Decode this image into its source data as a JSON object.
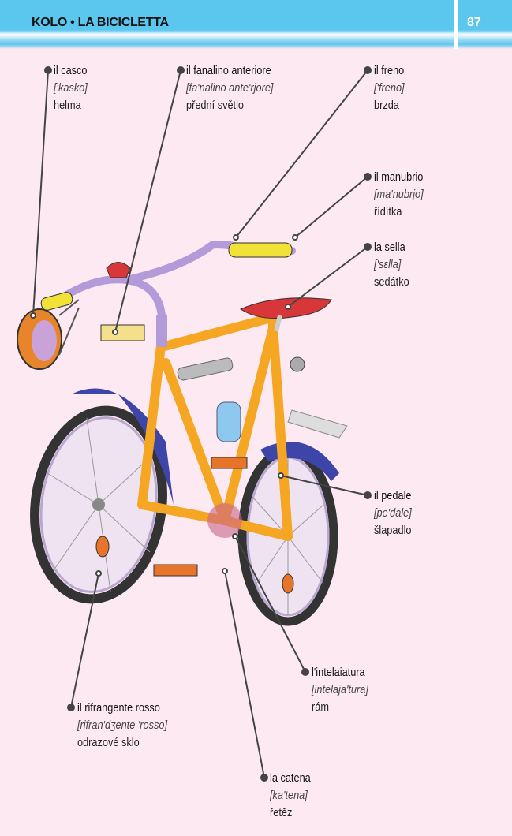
{
  "header": {
    "title": "KOLO • LA BICICLETTA",
    "page_number": "87"
  },
  "labels": [
    {
      "word": "il casco",
      "pron": "['kasko]",
      "translation": "helma"
    },
    {
      "word": "il fanalino anteriore",
      "pron": "[fa'nalino ante'rjore]",
      "translation": "přední světlo"
    },
    {
      "word": "il freno",
      "pron": "['freno]",
      "translation": "brzda"
    },
    {
      "word": "il manubrio",
      "pron": "[ma'nubrjo]",
      "translation": "řídítka"
    },
    {
      "word": "la sella",
      "pron": "['sɛlla]",
      "translation": "sedátko"
    },
    {
      "word": "il pedale",
      "pron": "[pe'dale]",
      "translation": "šlapadlo"
    },
    {
      "word": "l'intelaiatura",
      "pron": "[intelaja'tura]",
      "translation": "rám"
    },
    {
      "word": "il rifrangente rosso",
      "pron": "[rifran'dʒente 'rosso]",
      "translation": "odrazové sklo"
    },
    {
      "word": "la catena",
      "pron": "[ka'tena]",
      "translation": "řetěz"
    }
  ],
  "colors": {
    "header": "#5bc6ee",
    "background": "#fde9f2",
    "frame": "#f5a623"
  }
}
